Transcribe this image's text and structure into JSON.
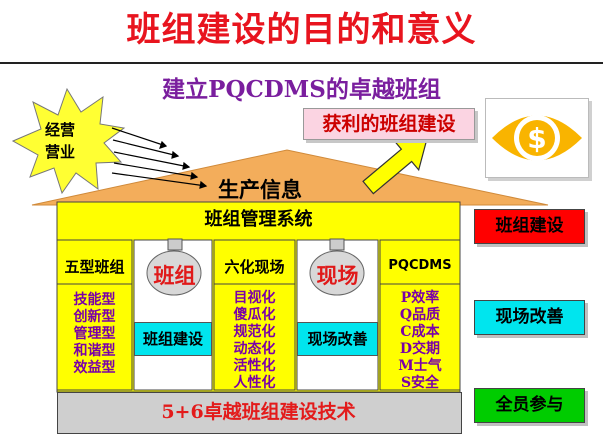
{
  "title": "班组建设的目的和意义",
  "subtitle": "建立PQCDMS的卓越班组",
  "sun_label_line1": "经营",
  "sun_label_line2": "营业",
  "profit_box": "获利的班组建设",
  "dollar_icon": "dollar-sign-icon",
  "roof_label": "生产信息",
  "system_label": "班组管理系统",
  "columns": [
    {
      "header": "五型班组",
      "list": "技能型\n创新型\n管理型\n和谐型\n效益型"
    },
    {
      "dome_label": "班组",
      "button": "班组建设"
    },
    {
      "header": "六化现场",
      "list": "目视化\n傻瓜化\n规范化\n动态化\n活性化\n人性化"
    },
    {
      "dome_label": "现场",
      "button": "现场改善"
    },
    {
      "header": "PQCDMS",
      "list": "P效率\nQ品质\nC成本\nD交期\nM士气\nS安全"
    }
  ],
  "base_label": "5+6卓越班组建设技术",
  "side_boxes": [
    {
      "label": "班组建设",
      "color": "#ff0000"
    },
    {
      "label": "现场改善",
      "color": "#00e5ee"
    },
    {
      "label": "全员参与",
      "color": "#00cc00"
    }
  ],
  "colors": {
    "title": "#e8141e",
    "subtitle": "#7a1e9e",
    "yellow": "#ffff00",
    "roof": "#f3ad5b",
    "purple_text": "#7a00a8",
    "cyan": "#00e5ee"
  }
}
